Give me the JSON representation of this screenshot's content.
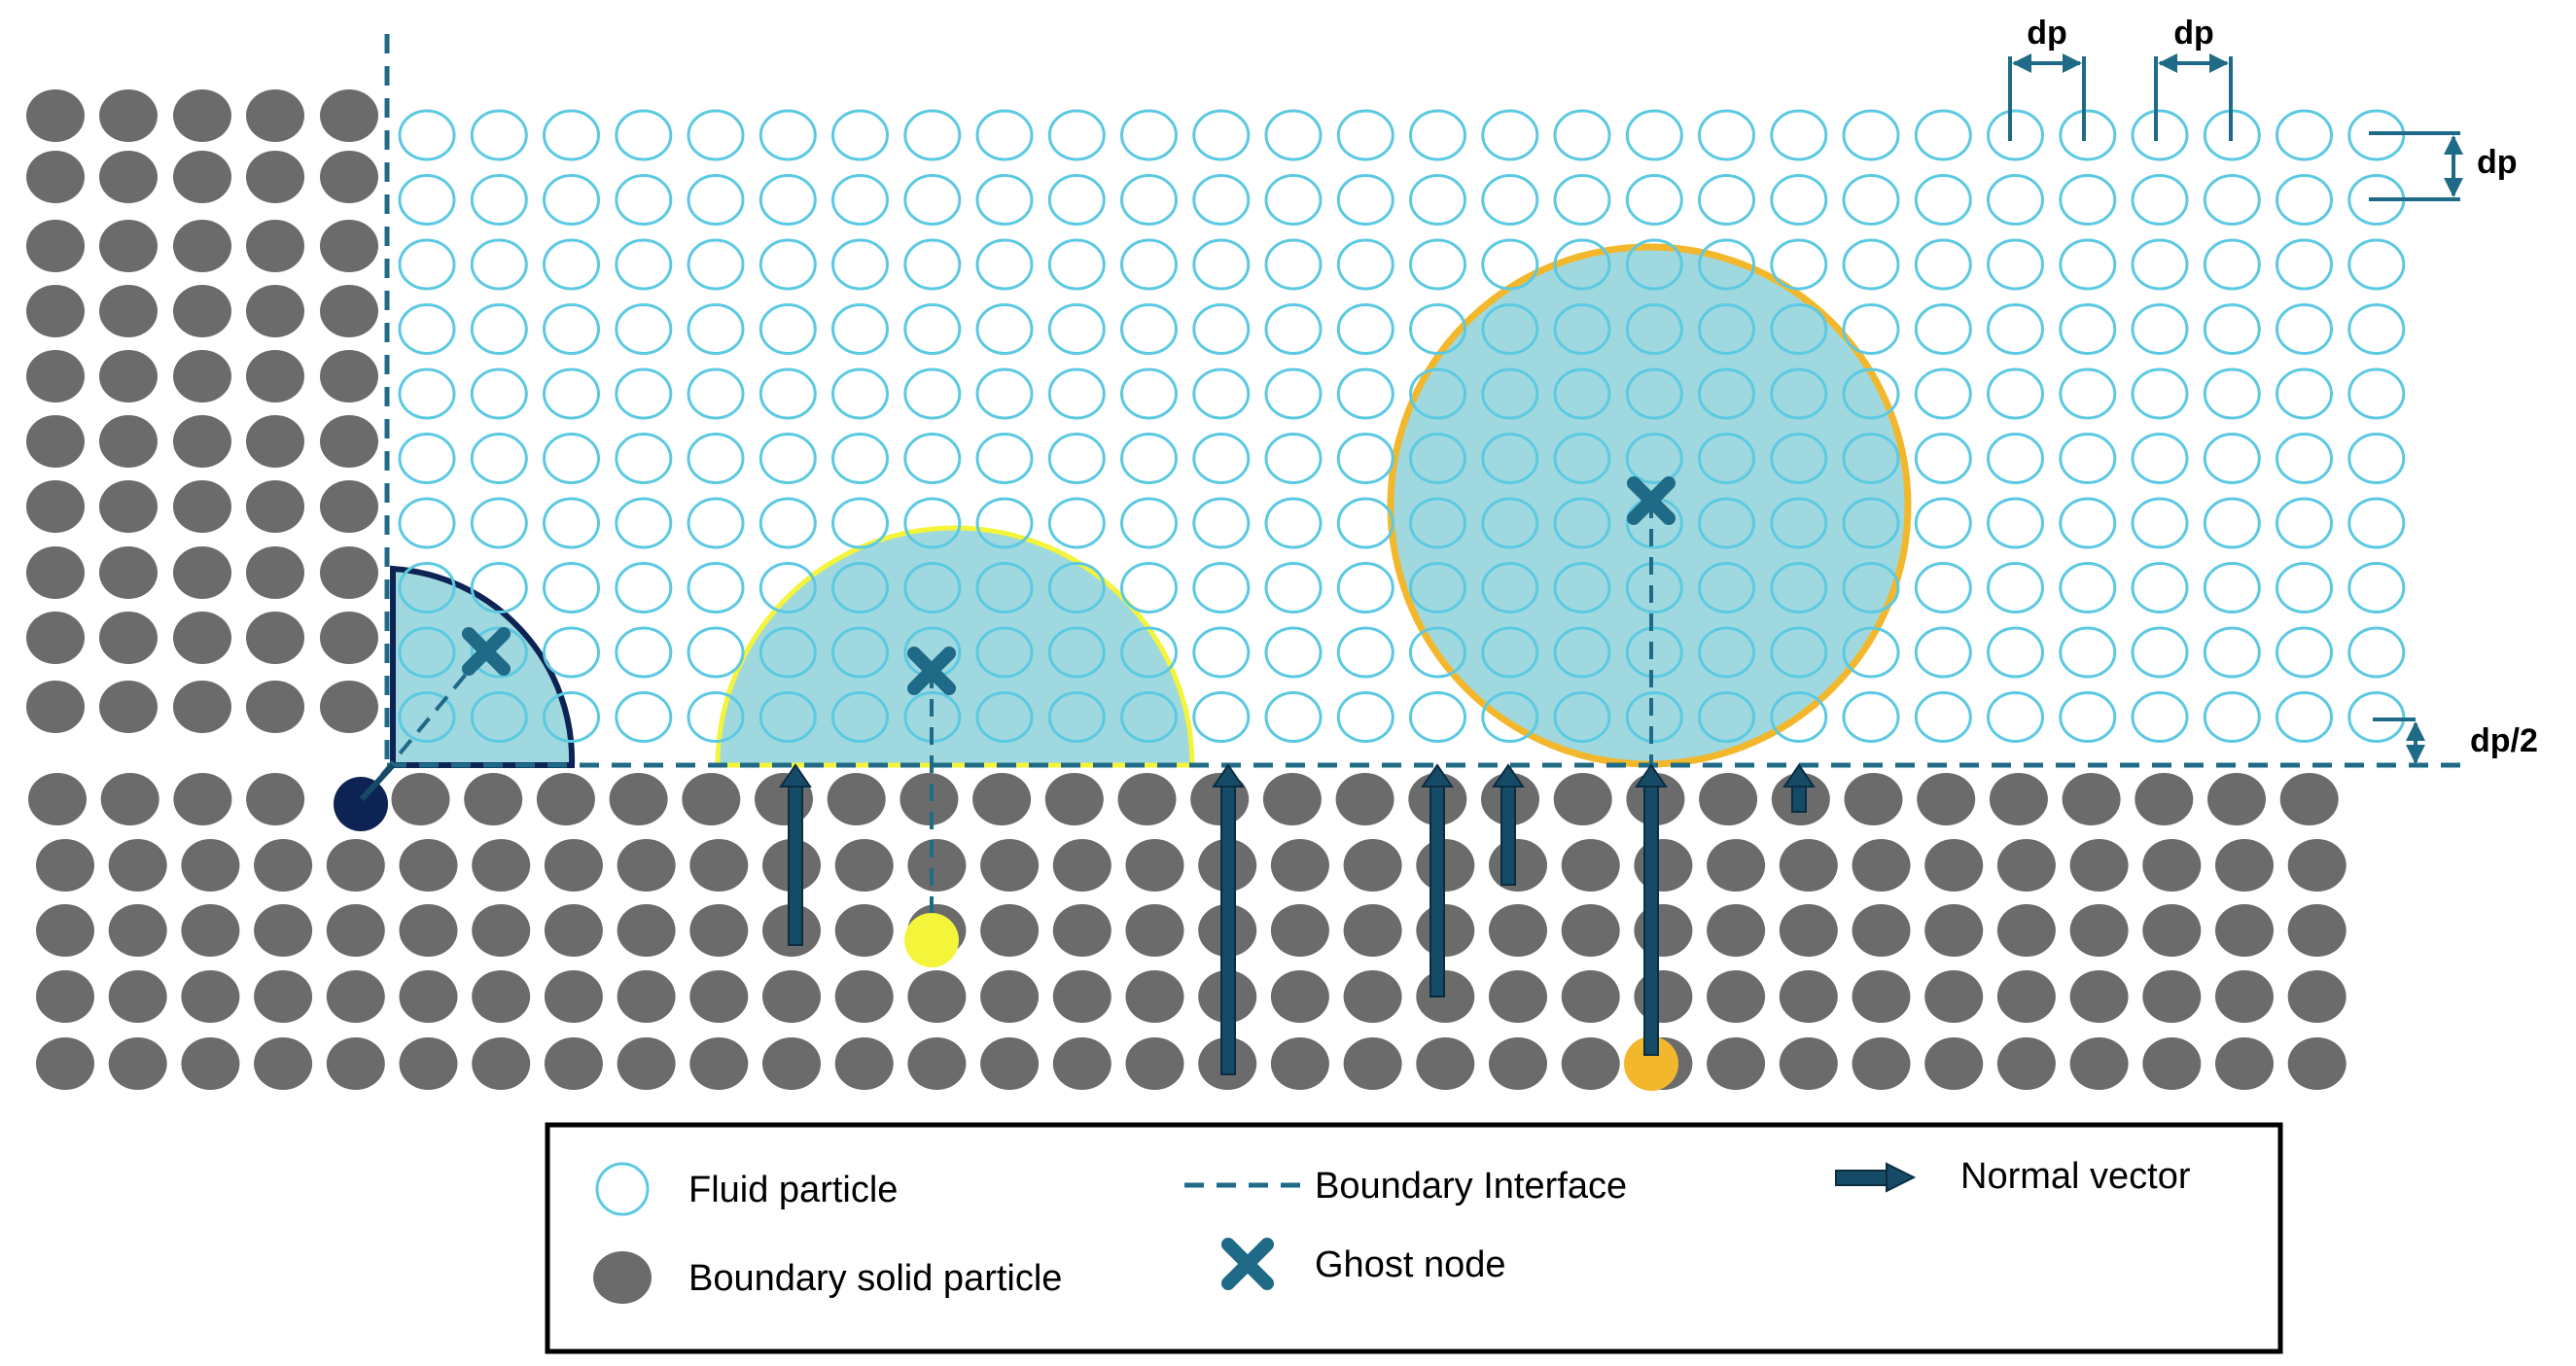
{
  "colors": {
    "fluid_stroke": "#5cc9e2",
    "solid_fill": "#6b6b6b",
    "region_fill": "#9fd8de",
    "interface": "#1f6a86",
    "arrow": "#154b66",
    "navy": "#0d2354",
    "yellow": "#f4f43a",
    "orange": "#f3b72c",
    "ghost": "#1f6a86"
  },
  "dimensions": {
    "dp_horizontal_1": "dp",
    "dp_horizontal_2": "dp",
    "dp_vertical": "dp",
    "dp_half": "dp/2"
  },
  "legend": {
    "fluid_particle": "Fluid particle",
    "boundary_solid_particle": "Boundary solid particle",
    "boundary_interface": "Boundary Interface",
    "ghost_node": "Ghost node",
    "normal_vector": "Normal vector"
  }
}
